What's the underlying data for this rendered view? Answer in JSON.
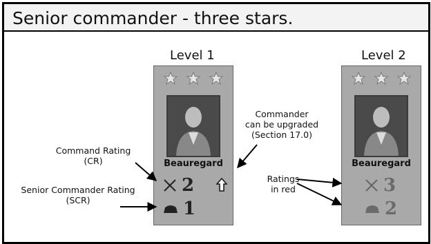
{
  "title": "Senior commander - three stars.",
  "level1": {
    "label": "Level 1",
    "commander_name": "Beauregard",
    "command_rating": "2",
    "senior_commander_rating": "1",
    "rating_color": "#222222"
  },
  "level2": {
    "label": "Level 2",
    "commander_name": "Beauregard",
    "command_rating": "3",
    "senior_commander_rating": "2",
    "rating_color": "#6b6b6b"
  },
  "callouts": {
    "command_rating": "Command Rating",
    "command_rating_abbr": "(CR)",
    "senior_rating": "Senior Commander Rating",
    "senior_rating_abbr": "(SCR)",
    "upgrade_1": "Commander",
    "upgrade_2": "can be upgraded",
    "upgrade_3": "(Section 17.0)",
    "ratings_red_1": "Ratings",
    "ratings_red_2": "in red"
  },
  "icons": {
    "star": "star-icon",
    "command": "crossed-swords-icon",
    "senior": "hat-icon",
    "upgrade": "up-arrow-icon"
  }
}
